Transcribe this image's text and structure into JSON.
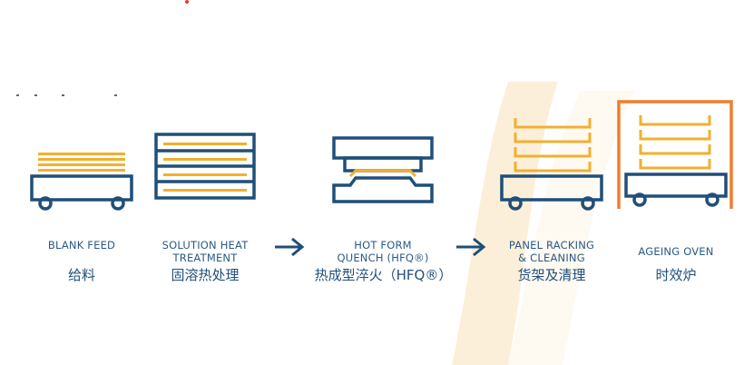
{
  "colors": {
    "primary_blue": "#1f4f7a",
    "accent_yellow": "#f2b02e",
    "accent_orange": "#f07d2a",
    "beige_swoosh": "#fcefd9"
  },
  "steps": [
    {
      "en_line1": "BLANK FEED",
      "en_line2": "",
      "zh": "给料"
    },
    {
      "en_line1": "SOLUTION HEAT",
      "en_line2": "TREATMENT",
      "zh": "固溶热处理"
    },
    {
      "en_line1": "HOT FORM",
      "en_line2": "QUENCH (HFQ®)",
      "zh": "热成型淬火（HFQ®）"
    },
    {
      "en_line1": "PANEL RACKING",
      "en_line2": "& CLEANING",
      "zh": "货架及清理"
    },
    {
      "en_line1": "AGEING OVEN",
      "en_line2": "",
      "zh": "时效炉"
    }
  ],
  "arrows": [
    {
      "icon": "arrow-right-icon"
    },
    {
      "icon": "arrow-right-icon"
    }
  ]
}
